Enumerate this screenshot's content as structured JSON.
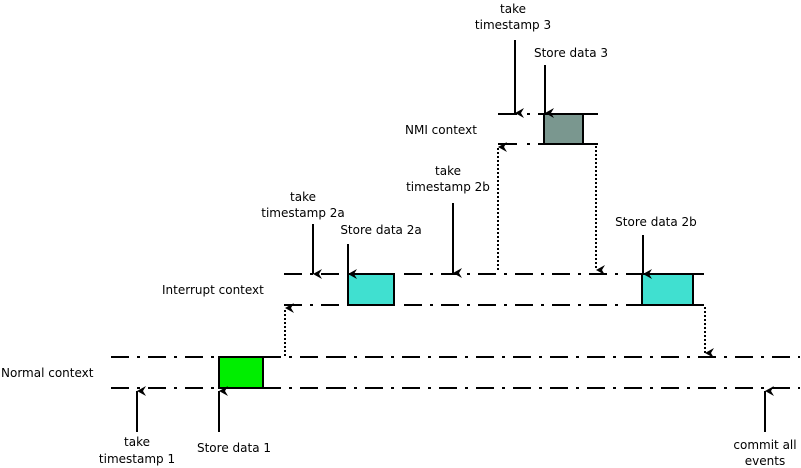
{
  "title": "Event logging across execution contexts",
  "contexts": {
    "normal": "Normal context",
    "interrupt": "Interrupt context",
    "nmi": "NMI context"
  },
  "labels": {
    "take_ts1_l1": "take",
    "take_ts1_l2": "timestamp 1",
    "store1": "Store data 1",
    "take_ts2a_l1": "take",
    "take_ts2a_l2": "timestamp 2a",
    "store2a": "Store data 2a",
    "take_ts2b_l1": "take",
    "take_ts2b_l2": "timestamp 2b",
    "take_ts3_l1": "take",
    "take_ts3_l2": "timestamp 3",
    "store3": "Store data 3",
    "store2b": "Store data 2b",
    "commit_l1": "commit all",
    "commit_l2": "events"
  },
  "colors": {
    "normal_box": "#00ee00",
    "interrupt_box": "#40e0d0",
    "nmi_box": "#7a978f"
  }
}
